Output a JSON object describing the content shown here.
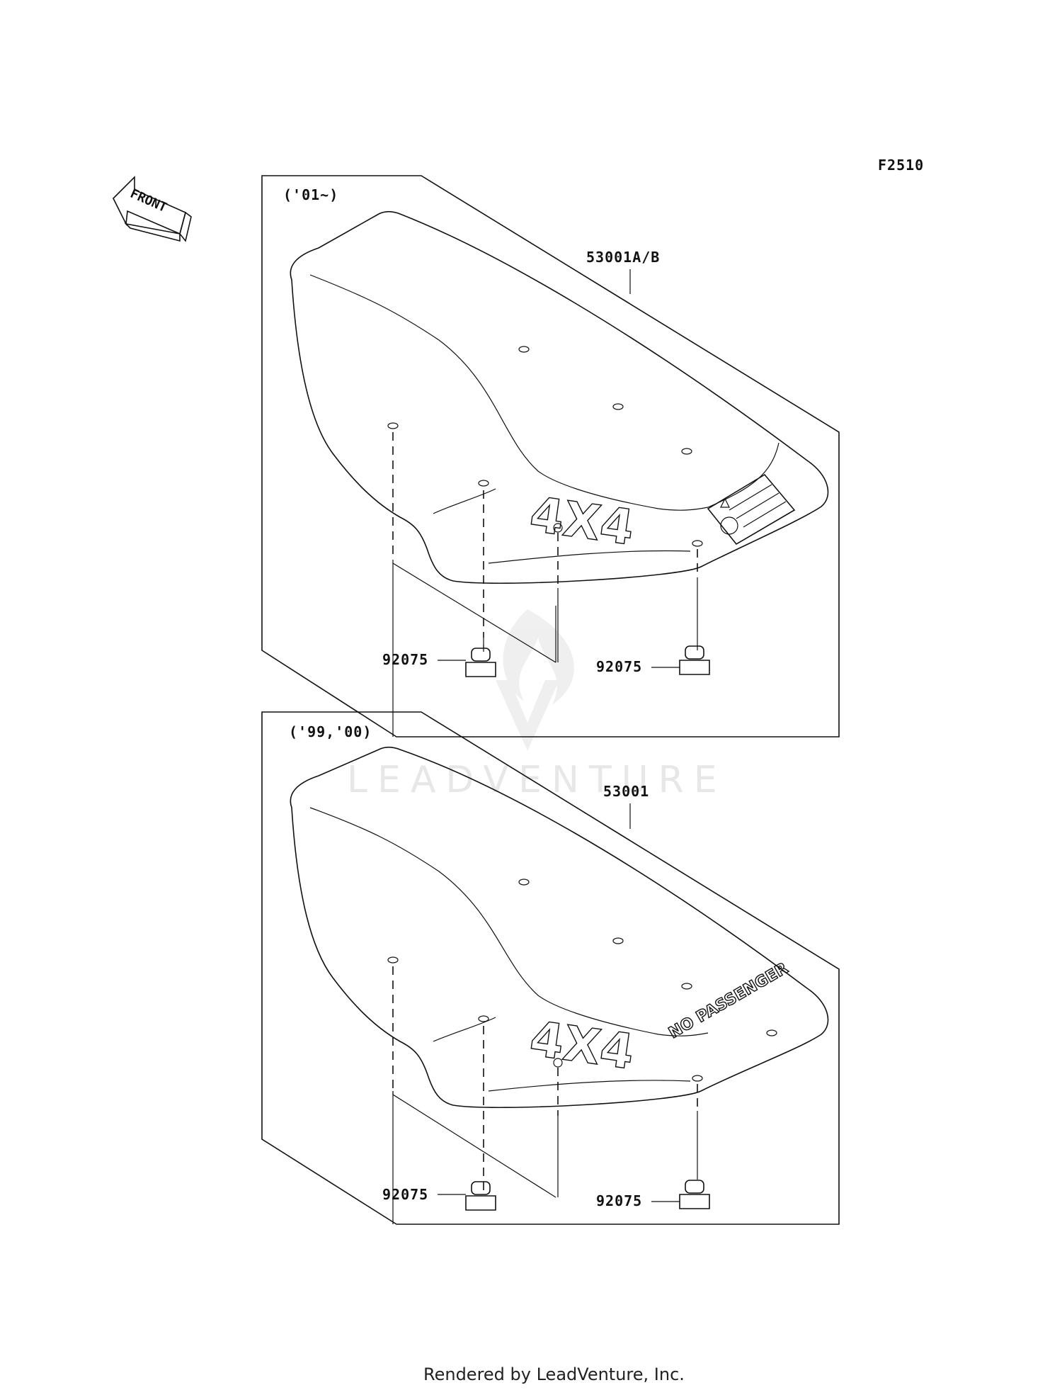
{
  "diagram": {
    "figure_code": "F2510",
    "front_label": "FRONT",
    "watermark": "LEADVENTURE",
    "footer": "Rendered by LeadVenture, Inc."
  },
  "panels": [
    {
      "year_label": "('01~)",
      "seat_part": "53001A/B",
      "decal_text": "4X4",
      "left_cap_part": "92075",
      "right_cap_part": "92075"
    },
    {
      "year_label": "('99,'00)",
      "seat_part": "53001",
      "decal_text": "4X4",
      "seat_decal": "NO PASSENGER",
      "left_cap_part": "92075",
      "right_cap_part": "92075"
    }
  ]
}
